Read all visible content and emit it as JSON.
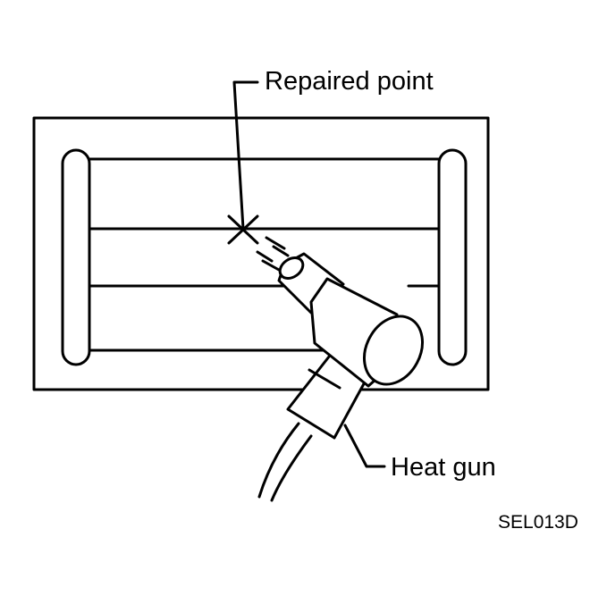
{
  "labels": {
    "repaired_point": "Repaired point",
    "heat_gun": "Heat gun",
    "figure_code": "SEL013D"
  },
  "colors": {
    "line": "#000000",
    "background": "#ffffff"
  }
}
